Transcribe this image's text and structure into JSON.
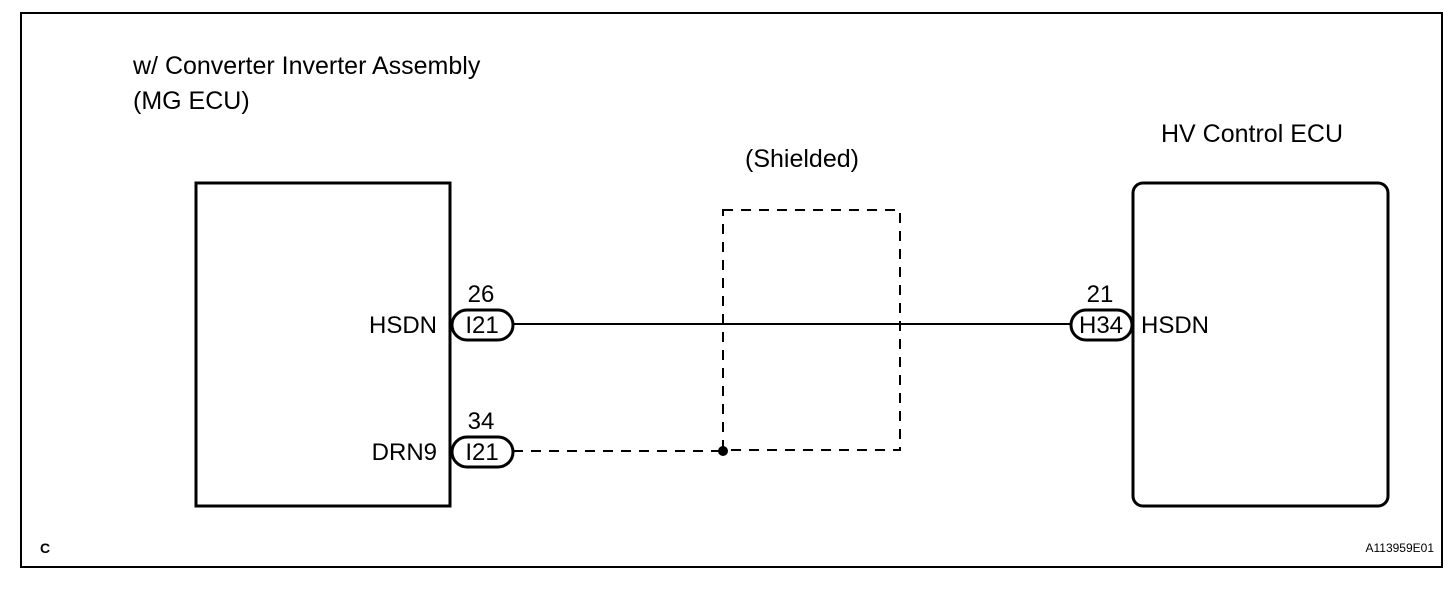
{
  "diagram": {
    "left_ecu": {
      "title_line1": "w/ Converter Inverter Assembly",
      "title_line2": "(MG ECU)",
      "terminals": [
        {
          "signal": "HSDN",
          "pin": "26",
          "connector": "I21"
        },
        {
          "signal": "DRN9",
          "pin": "34",
          "connector": "I21"
        }
      ]
    },
    "right_ecu": {
      "title": "HV Control ECU",
      "terminals": [
        {
          "signal": "HSDN",
          "pin": "21",
          "connector": "H34"
        }
      ]
    },
    "shield": {
      "label": "(Shielded)"
    },
    "corner_code": "C",
    "figure_id": "A113959E01"
  }
}
